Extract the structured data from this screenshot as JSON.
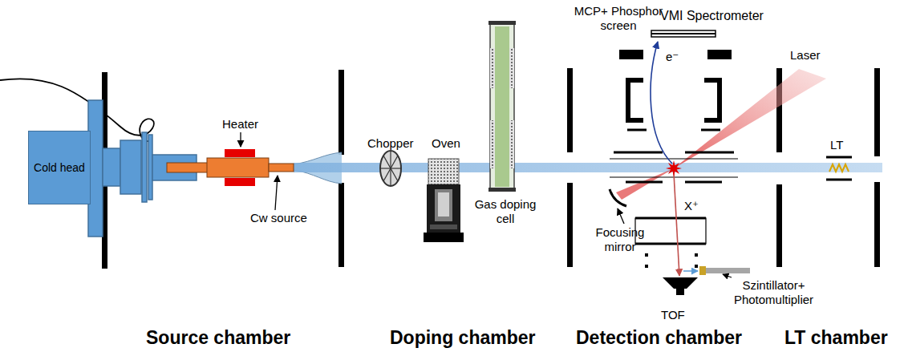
{
  "diagram": {
    "nodes": [
      {
        "text": [
          "Cold head"
        ]
      }
    ],
    "labels": [
      "Heater",
      "Cw source",
      "Chopper",
      "Oven",
      "Gas doping cell",
      "MCP+ Phosphor screen",
      "VMI Spectrometer",
      "Laser",
      "e⁻",
      "X⁺",
      "LT",
      "Focusing mirror",
      "TOF",
      "Szintillator+ Photomultiplier",
      "Source chamber",
      "Doping chamber",
      "Detection chamber",
      "LT chamber"
    ]
  }
}
